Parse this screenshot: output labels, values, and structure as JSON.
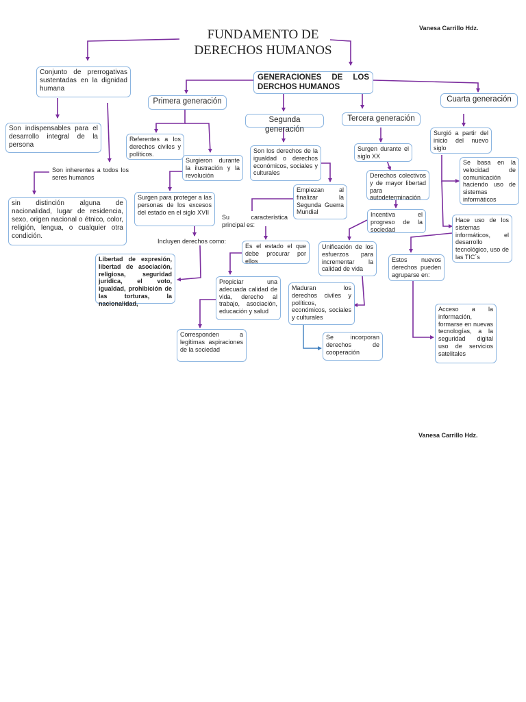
{
  "author_top": "Vanesa Carrillo Hdz.",
  "author_bottom": "Vanesa Carrillo Hdz.",
  "title": "FUNDAMENTO DE DERECHOS HUMANOS",
  "left": {
    "definition": "Conjunto de prerrogativas sustentadas en la dignidad humana",
    "indispensable": "Son indispensables para el desarrollo integral de la persona",
    "inherent": "Son inherentes a todos los seres humanos",
    "no_distinction": "sin distinción alguna de nacionalidad, lugar de residencia, sexo, origen nacional o étnico, color, religión, lengua, o cualquier otra condición."
  },
  "generations_title": "GENERACIONES DE LOS DERCHOS HUMANOS",
  "first": {
    "label": "Primera generación",
    "civil": "Referentes a los derechos civiles y políticos.",
    "emerged": "Surgieron durante la ilustración y la revolución",
    "protect": "Surgen para proteger a las personas de los excesos del estado en el siglo XVII",
    "include_label": "Incluyen derechos como:",
    "rights": "Libertad de expresión, libertad de asociación, religiosa, seguridad jurídica, el voto, igualdad, prohibición de las torturas, la nacionalidad,"
  },
  "second": {
    "label": "Segunda generación",
    "equality": "Son los derechos de la igualdad o derechos económicos, sociales y culturales",
    "ww2": "Empiezan al finalizar la Segunda Guerra Mundial",
    "main_feature": "Su característica principal es:",
    "state": "Es el estado el que debe procurar por ellos",
    "quality": "Propiciar una adecuada calidad de vida, derecho al trabajo, asociación, educación y salud",
    "legit": "Corresponden a legítimas aspiraciones de la sociedad"
  },
  "third": {
    "label": "Tercera generación",
    "century": "Surgen durante el siglo XX",
    "collective": "Derechos colectivos y de mayor libertad para autodeterminación",
    "progress": "Incentiva el progreso de la sociedad",
    "unify": "Unificación de los esfuerzos para incrementar la calidad de vida",
    "mature": "Maduran los derechos civiles y políticos, económicos, sociales y culturales",
    "coop": "Se incorporan derechos de cooperación"
  },
  "fourth": {
    "label": "Cuarta generación",
    "origin": "Surgió a partir del inicio del nuevo siglo",
    "media": "Se basa en la velocidad de comunicación haciendo uso de sistemas informáticos",
    "uses": "Hace uso de los sistemas informáticos, el desarrollo tecnológico, uso de las TIC´s",
    "grouped": "Estos nuevos derechos pueden agruparse en:",
    "access": "Acceso a la información, formarse en nuevas tecnologías, a la seguridad digital uso de servicios satelitales"
  },
  "colors": {
    "arrow": "#7b2d9e",
    "box_border": "#8ab4e0",
    "arrow_blue": "#3f7fbf"
  }
}
